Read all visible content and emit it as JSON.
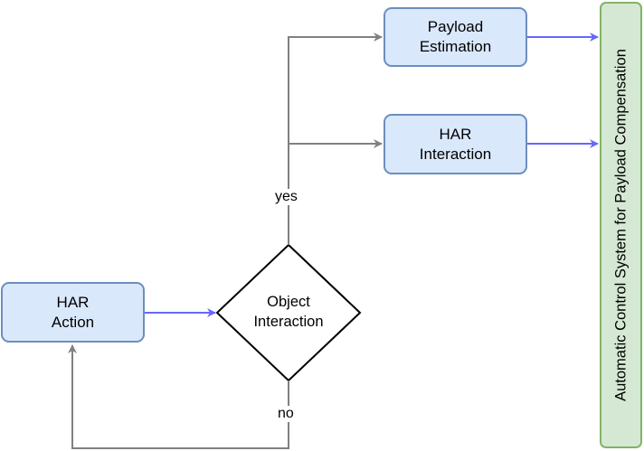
{
  "nodes": {
    "har_action": [
      "HAR",
      "Action"
    ],
    "object_interaction": [
      "Object",
      "Interaction"
    ],
    "payload_estimation": [
      "Payload",
      "Estimation"
    ],
    "har_interaction": [
      "HAR",
      "Interaction"
    ],
    "control_system": "Automatic Control System for Payload Compensation"
  },
  "edge_labels": {
    "yes": "yes",
    "no": "no"
  },
  "colors": {
    "process_fill": "#dae8fc",
    "process_stroke": "#6c8ebf",
    "system_fill": "#d5e8d4",
    "system_stroke": "#82b366",
    "flow_arrow": "#6666ff",
    "branch_arrow": "#808080"
  }
}
